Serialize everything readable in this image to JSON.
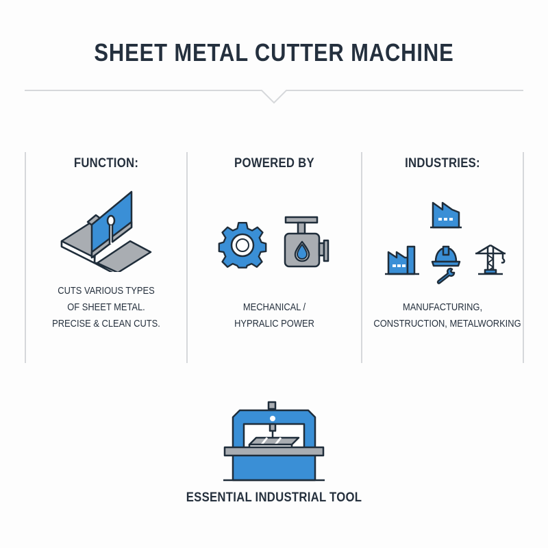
{
  "header": {
    "title": "SHEET METAL CUTTER MACHINE"
  },
  "columns": [
    {
      "heading": "FUNCTION:",
      "icon": "sheet-metal-cut-icon",
      "lines": [
        "CUTS VARIOUS TYPES",
        "OF SHEET METAL.",
        "PRECISE & CLEAN CUTS."
      ]
    },
    {
      "heading": "POWERED BY",
      "icons": [
        "gear-icon",
        "hydraulic-pump-icon"
      ],
      "lines": [
        "MECHANICAL /",
        "HYPRALIC POWER"
      ]
    },
    {
      "heading": "INDUSTRIES:",
      "icons": [
        "factory-icon",
        "factory-chimney-icon",
        "hardhat-wrench-icon",
        "crane-icon"
      ],
      "lines": [
        "MANUFACTURING,",
        "CONSTRUCTION, METALWORKING"
      ]
    }
  ],
  "footer": {
    "icon": "cutting-press-machine-icon",
    "label": "ESSENTIAL INDUSTRIAL TOOL"
  },
  "colors": {
    "text": "#25303d",
    "accent_blue": "#3a8fd6",
    "steel_gray": "#a9adb2",
    "outline": "#1f2d3a",
    "divider": "#d6d8db",
    "background": "#fdfdfd"
  }
}
